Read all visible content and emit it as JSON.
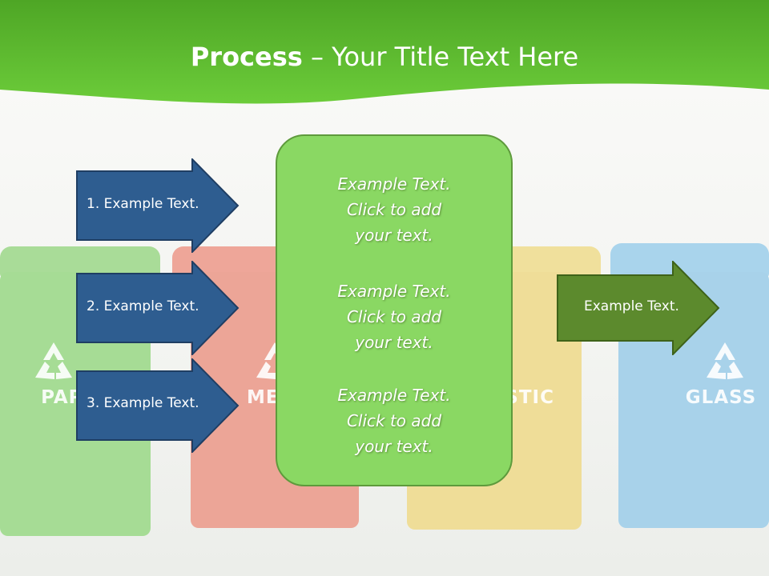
{
  "title": {
    "bold": "Process",
    "rest": " – Your Title Text Here"
  },
  "background_bins": [
    {
      "label": "PAPER",
      "color": "#8fd37d"
    },
    {
      "label": "METAL",
      "color": "#e98a7c"
    },
    {
      "label": "PLASTIC",
      "color": "#e9d37a"
    },
    {
      "label": "GLASS",
      "color": "#8dc4e3"
    }
  ],
  "steps": [
    {
      "label": "1. Example Text."
    },
    {
      "label": "2. Example Text."
    },
    {
      "label": "3. Example Text."
    }
  ],
  "center_items": [
    {
      "line1": "Example Text.",
      "line2": "Click  to add",
      "line3": "your text."
    },
    {
      "line1": "Example Text.",
      "line2": "Click  to add",
      "line3": "your text."
    },
    {
      "line1": "Example Text.",
      "line2": "Click  to add",
      "line3": "your text."
    }
  ],
  "output": {
    "label": "Example Text."
  },
  "colors": {
    "header_green": "#5cba2e",
    "step_arrow_fill": "#2e5d90",
    "step_arrow_border": "#1f3e63",
    "center_box_fill": "#8ad863",
    "output_arrow_fill": "#5c8a2d"
  }
}
